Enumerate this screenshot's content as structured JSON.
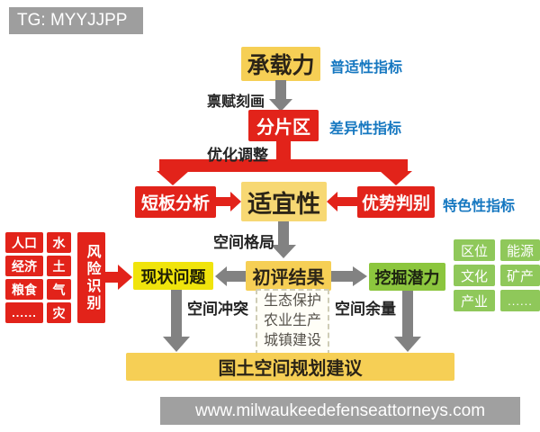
{
  "overlay": {
    "top_tag": "TG: MYYJJPP",
    "bottom_url": "www.milwaukeedefenseattorneys.com"
  },
  "colors": {
    "gold": "#F6CF55",
    "gold_light": "#F7D873",
    "red": "#E2231A",
    "bright_yellow": "#F0E40C",
    "green": "#8CC63E",
    "green_small_boxes": "#8FC85A",
    "blue_label": "#1577C0",
    "arrow_gray": "#828282",
    "tag_gray": "#9E9E9E"
  },
  "nodes": {
    "capacity": "承载力",
    "zoning": "分片区",
    "shortboard": "短板分析",
    "suitability": "适宜性",
    "advantage": "优势判别",
    "risk": "风险识别",
    "status": "现状问题",
    "initial": "初评结果",
    "potential": "挖掘潜力",
    "proposal": "国土空间规划建议"
  },
  "labels": {
    "universal": "普适性指标",
    "endowment": "禀赋刻画",
    "difference": "差异性指标",
    "optimize": "优化调整",
    "characteristic": "特色性指标",
    "pattern": "空间格局",
    "conflict": "空间冲突",
    "margin": "空间余量"
  },
  "dashed_box": {
    "line1": "生态保护",
    "line2": "农业生产",
    "line3": "城镇建设"
  },
  "left_factors": {
    "col1": [
      "人口",
      "经济",
      "粮食",
      "......"
    ],
    "col2": [
      "水",
      "土",
      "气",
      "灾"
    ]
  },
  "right_factors": {
    "col1": [
      "区位",
      "文化",
      "产业"
    ],
    "col2": [
      "能源",
      "矿产",
      "......"
    ]
  }
}
